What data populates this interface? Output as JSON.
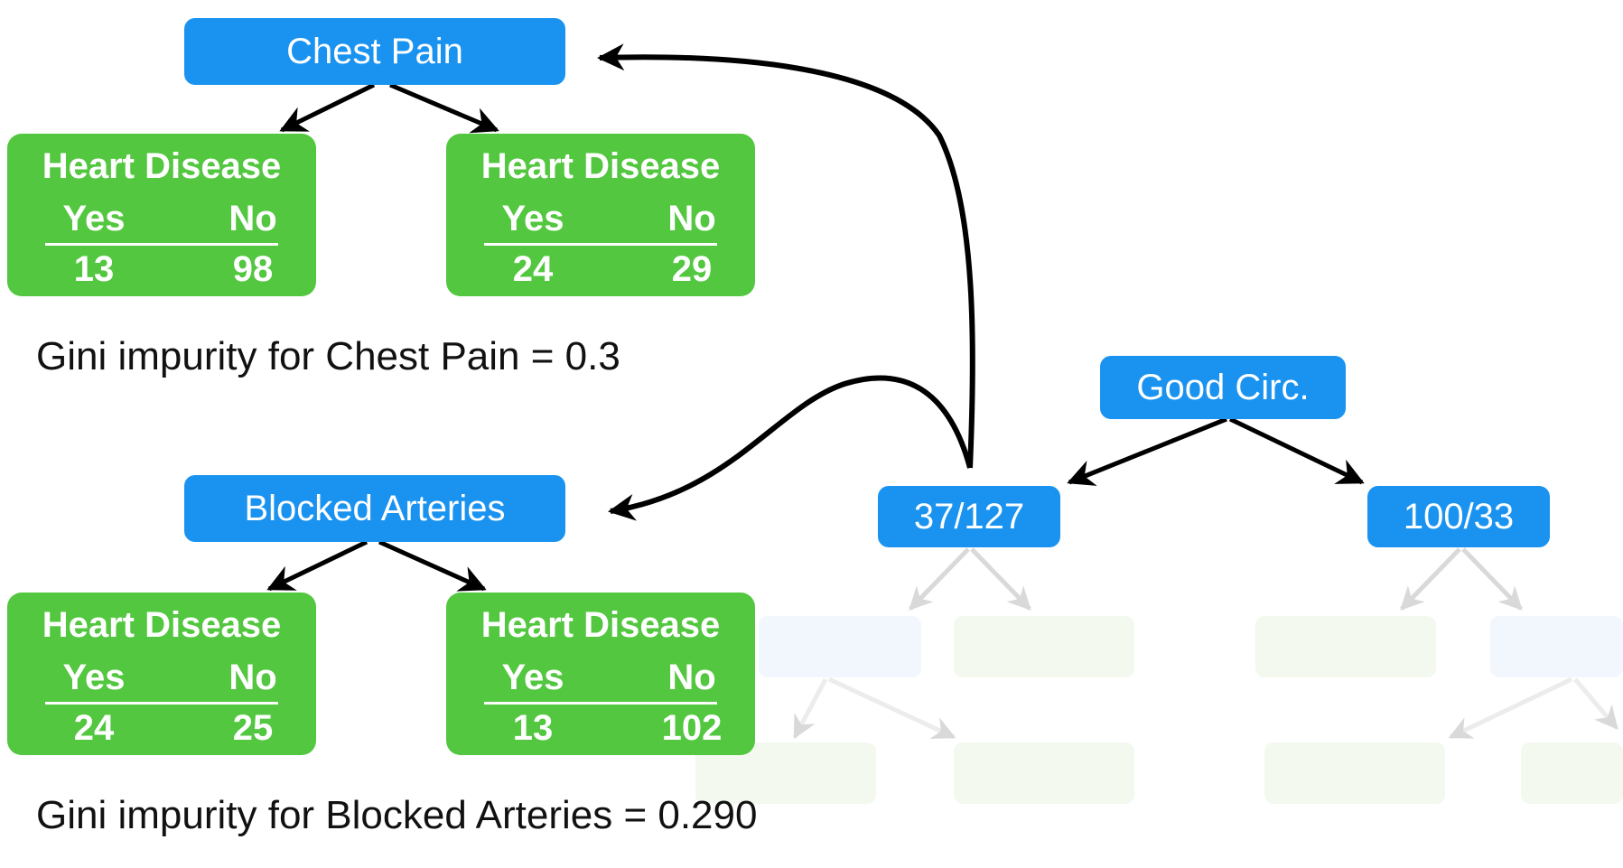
{
  "nodes": {
    "chest_pain": "Chest Pain",
    "blocked_arteries": "Blocked Arteries",
    "good_circ": "Good Circ.",
    "good_circ_left": "37/127",
    "good_circ_right": "100/33"
  },
  "leaves": {
    "title": "Heart Disease",
    "yes_label": "Yes",
    "no_label": "No",
    "chest_pain_left": {
      "yes": "13",
      "no": "98"
    },
    "chest_pain_right": {
      "yes": "24",
      "no": "29"
    },
    "blocked_left": {
      "yes": "24",
      "no": "25"
    },
    "blocked_right": {
      "yes": "13",
      "no": "102"
    }
  },
  "gini": {
    "chest_pain": "Gini impurity for Chest Pain = 0.3",
    "blocked_arteries": "Gini impurity for Blocked Arteries = 0.290"
  },
  "colors": {
    "node_blue": "#1a93f0",
    "leaf_green": "#52c73f",
    "arrow": "#000000",
    "faded_arrow": "#d9d9d9"
  }
}
